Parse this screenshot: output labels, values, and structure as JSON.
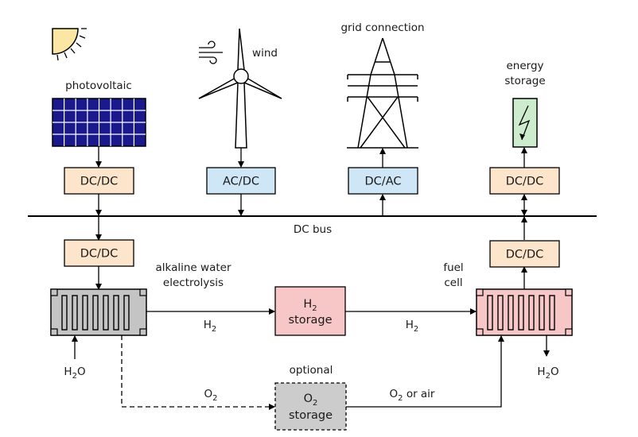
{
  "labels": {
    "photovoltaic": "photovoltaic",
    "wind": "wind",
    "grid_connection": "grid connection",
    "energy_storage_line1": "energy",
    "energy_storage_line2": "storage",
    "dc_bus": "DC bus",
    "electrolysis_line1": "alkaline water",
    "electrolysis_line2": "electrolysis",
    "fuel_cell_line1": "fuel",
    "fuel_cell_line2": "cell",
    "optional": "optional",
    "o2_or_air_prefix": "O",
    "o2_or_air_suffix": "or air"
  },
  "converters": {
    "pv": "DC/DC",
    "wind": "AC/DC",
    "grid": "DC/AC",
    "storage": "DC/DC",
    "electrolyzer": "DC/DC",
    "fuel_cell": "DC/DC"
  },
  "chem": {
    "h2_base": "H",
    "h2_sub": "2",
    "h2o_base": "H",
    "h2o_sub": "2",
    "h2o_tail": "O",
    "o2_base": "O",
    "o2_sub": "2",
    "storage": "storage"
  },
  "colors": {
    "dc_box": "#fde5cc",
    "ac_box": "#cfe6f6",
    "h2_storage": "#f7c6c6",
    "fuel_cell": "#f7c6c6",
    "o2_storage": "#cccccc",
    "electrolyzer": "#c4c4c4",
    "pv_panel": "#1a1a8c",
    "battery": "#cdeccd",
    "sun": "#fbe7a3"
  },
  "icons": {
    "sun": "sun-icon",
    "pv": "solar-panel-icon",
    "wind": "wind-turbine-icon",
    "grid": "transmission-tower-icon",
    "storage": "battery-icon"
  }
}
